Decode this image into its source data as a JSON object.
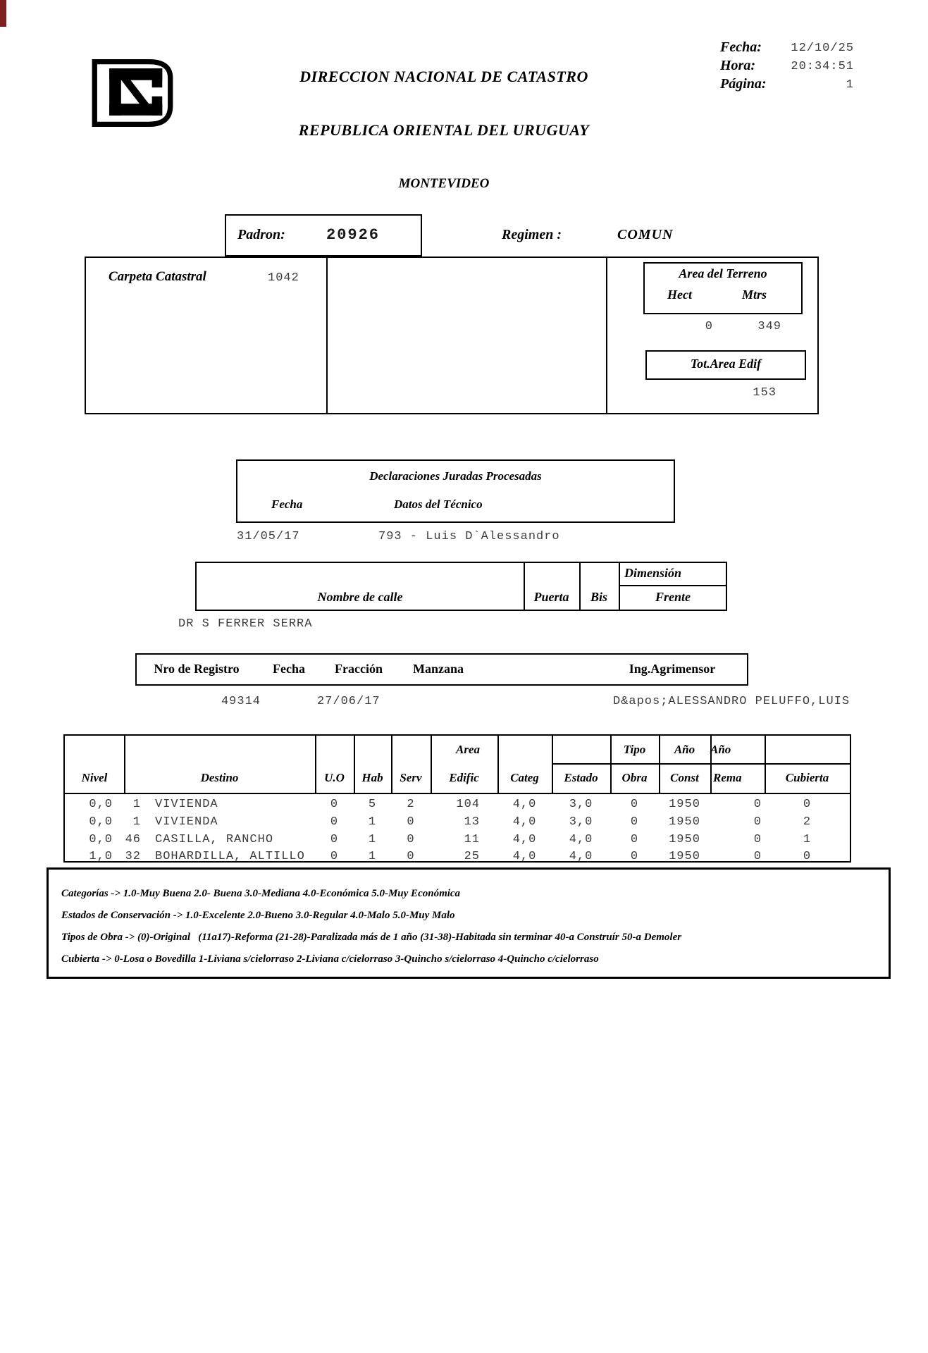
{
  "colors": {
    "border": "#000000",
    "value_text": "#3c3c3c",
    "edge_mark": "#7c2020"
  },
  "meta": {
    "fecha_label": "Fecha:",
    "fecha_value": "12/10/25",
    "hora_label": "Hora:",
    "hora_value": "20:34:51",
    "pagina_label": "Página:",
    "pagina_value": "1"
  },
  "header": {
    "title1": "DIRECCION NACIONAL DE CATASTRO",
    "title2": "REPUBLICA ORIENTAL DEL URUGUAY",
    "department": "MONTEVIDEO",
    "logo_name": "dnc-logo"
  },
  "padron": {
    "label": "Padron:",
    "value": "20926"
  },
  "regimen": {
    "label": "Regimen :",
    "value": "COMUN"
  },
  "carpeta": {
    "label": "Carpeta Catastral",
    "value": "1042"
  },
  "terreno": {
    "title": "Area del Terreno",
    "hect_label": "Hect",
    "mtrs_label": "Mtrs",
    "hect_value": "0",
    "mtrs_value": "349",
    "tot_label": "Tot.Area Edif",
    "tot_value": "153"
  },
  "declaraciones": {
    "title": "Declaraciones Juradas Procesadas",
    "fecha_label": "Fecha",
    "tecnico_label": "Datos del Técnico",
    "fecha_value": "31/05/17",
    "tecnico_value": "793 - Luis D`Alessandro"
  },
  "calle": {
    "nombre_label": "Nombre de calle",
    "puerta_label": "Puerta",
    "bis_label": "Bis",
    "dimension_label": "Dimensión",
    "frente_label": "Frente",
    "nombre_value": "DR S FERRER SERRA"
  },
  "registro": {
    "nro_label": "Nro de Registro",
    "fecha_label": "Fecha",
    "fraccion_label": "Fracción",
    "manzana_label": "Manzana",
    "agrimensor_label": "Ing.Agrimensor",
    "nro_value": "49314",
    "fecha_value": "27/06/17",
    "agrimensor_value": "D&apos;ALESSANDRO PELUFFO,LUIS"
  },
  "tabla": {
    "headers": {
      "nivel": "Nivel",
      "destino": "Destino",
      "uo": "U.O",
      "hab": "Hab",
      "serv": "Serv",
      "area": "Area",
      "edific": "Edific",
      "categ": "Categ",
      "estado": "Estado",
      "tipo": "Tipo",
      "obra": "Obra",
      "anio1": "Año",
      "const": "Const",
      "anio2": "Año",
      "rema": "Rema",
      "cubierta": "Cubierta"
    },
    "rows": [
      {
        "nivel": "0,0",
        "dnum": "1",
        "dname": "VIVIENDA",
        "uo": "0",
        "hab": "5",
        "serv": "2",
        "area": "104",
        "categ": "4,0",
        "estado": "3,0",
        "obra": "0",
        "const": "1950",
        "rema": "0",
        "cub": "0"
      },
      {
        "nivel": "0,0",
        "dnum": "1",
        "dname": "VIVIENDA",
        "uo": "0",
        "hab": "1",
        "serv": "0",
        "area": "13",
        "categ": "4,0",
        "estado": "3,0",
        "obra": "0",
        "const": "1950",
        "rema": "0",
        "cub": "2"
      },
      {
        "nivel": "0,0",
        "dnum": "46",
        "dname": "CASILLA, RANCHO",
        "uo": "0",
        "hab": "1",
        "serv": "0",
        "area": "11",
        "categ": "4,0",
        "estado": "4,0",
        "obra": "0",
        "const": "1950",
        "rema": "0",
        "cub": "1"
      },
      {
        "nivel": "1,0",
        "dnum": "32",
        "dname": "BOHARDILLA, ALTILLO",
        "uo": "0",
        "hab": "1",
        "serv": "0",
        "area": "25",
        "categ": "4,0",
        "estado": "4,0",
        "obra": "0",
        "const": "1950",
        "rema": "0",
        "cub": "0"
      }
    ]
  },
  "leyenda": {
    "categorias": "Categorías -> 1.0-Muy Buena 2.0- Buena 3.0-Mediana 4.0-Económica 5.0-Muy Económica",
    "estados": "Estados de Conservación -> 1.0-Excelente 2.0-Bueno 3.0-Regular 4.0-Malo 5.0-Muy Malo",
    "tipos": "Tipos de Obra -> (0)-Original   (11a17)-Reforma (21-28)-Paralizada más de 1 año (31-38)-Habitada sin terminar 40-a Construír 50-a Demoler",
    "cubierta": "Cubierta -> 0-Losa o Bovedilla 1-Liviana s/cielorraso 2-Liviana c/cielorraso 3-Quincho s/cielorraso 4-Quincho c/cielorraso"
  }
}
